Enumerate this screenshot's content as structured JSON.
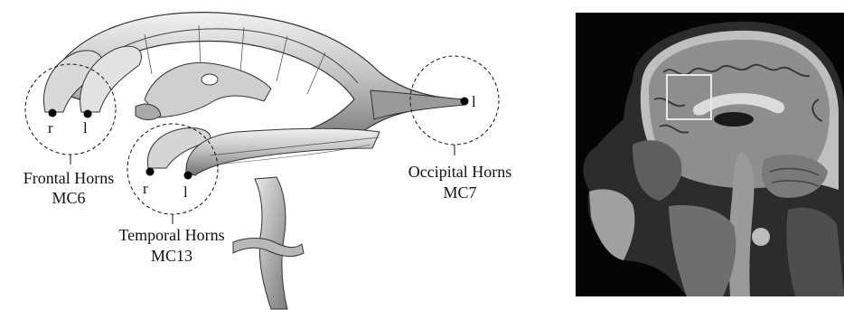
{
  "figure": {
    "anatomy_illustration": {
      "description_icon": "lateral-ventricle-illustration",
      "regions": [
        {
          "name_line1": "Frontal Horns",
          "name_line2": "MC6",
          "points": [
            "r",
            "l"
          ]
        },
        {
          "name_line1": "Temporal Horns",
          "name_line2": "MC13",
          "points": [
            "r",
            "l"
          ]
        },
        {
          "name_line1": "Occipital Horns",
          "name_line2": "MC7",
          "points": [
            "l"
          ]
        }
      ]
    },
    "mri": {
      "description_icon": "sagittal-mri-brain-image",
      "highlight_color": "#e8e8e8"
    }
  },
  "colors": {
    "ink": "#111111",
    "ventricle_light": "#e6e6e6",
    "ventricle_dark": "#8a8a8a",
    "mri_background": "#050505"
  }
}
